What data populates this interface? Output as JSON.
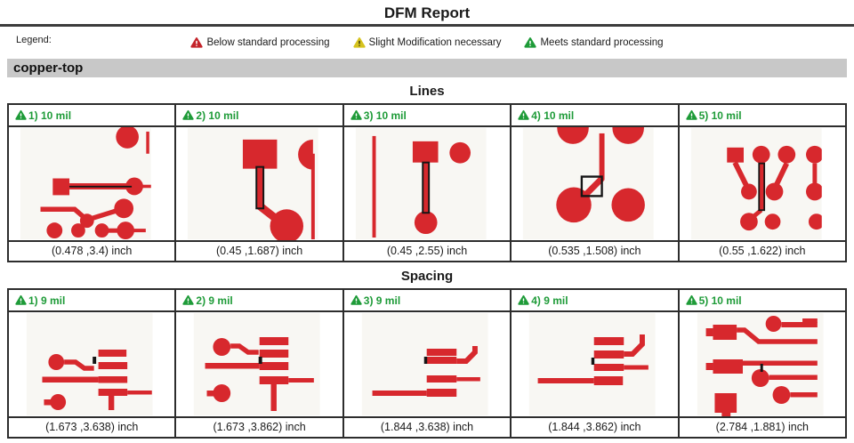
{
  "page": {
    "title": "DFM Report"
  },
  "legend": {
    "label": "Legend:",
    "items": [
      {
        "icon": "warning-triangle-red-icon",
        "label": "Below standard processing"
      },
      {
        "icon": "warning-triangle-yellow-icon",
        "label": "Slight Modification necessary"
      },
      {
        "icon": "warning-triangle-green-icon",
        "label": "Meets standard processing"
      }
    ]
  },
  "layer": {
    "name": "copper-top"
  },
  "sections": {
    "lines": {
      "title": "Lines",
      "panels": [
        {
          "status": "meets-standard",
          "icon": "meets-standard-icon",
          "label": "1) 10 mil",
          "caption": "(0.478 ,3.4) inch"
        },
        {
          "status": "meets-standard",
          "icon": "meets-standard-icon",
          "label": "2) 10 mil",
          "caption": "(0.45 ,1.687) inch"
        },
        {
          "status": "meets-standard",
          "icon": "meets-standard-icon",
          "label": "3) 10 mil",
          "caption": "(0.45 ,2.55) inch"
        },
        {
          "status": "meets-standard",
          "icon": "meets-standard-icon",
          "label": "4) 10 mil",
          "caption": "(0.535 ,1.508) inch"
        },
        {
          "status": "meets-standard",
          "icon": "meets-standard-icon",
          "label": "5) 10 mil",
          "caption": "(0.55 ,1.622) inch"
        }
      ]
    },
    "spacing": {
      "title": "Spacing",
      "panels": [
        {
          "status": "meets-standard",
          "icon": "meets-standard-icon",
          "label": "1) 9 mil",
          "caption": "(1.673 ,3.638) inch"
        },
        {
          "status": "meets-standard",
          "icon": "meets-standard-icon",
          "label": "2) 9 mil",
          "caption": "(1.673 ,3.862) inch"
        },
        {
          "status": "meets-standard",
          "icon": "meets-standard-icon",
          "label": "3) 9 mil",
          "caption": "(1.844 ,3.638) inch"
        },
        {
          "status": "meets-standard",
          "icon": "meets-standard-icon",
          "label": "4) 9 mil",
          "caption": "(1.844 ,3.862) inch"
        },
        {
          "status": "meets-standard",
          "icon": "meets-standard-icon",
          "label": "5) 10 mil",
          "caption": "(2.784 ,1.881) inch"
        }
      ]
    }
  },
  "colors": {
    "pcb_red": "#d7282d",
    "status_green": "#1e9b38",
    "status_yellow": "#d6c31e",
    "status_red": "#c4242b",
    "layer_bar_gray": "#c8c8c8",
    "border_dark": "#2d2d2d"
  }
}
